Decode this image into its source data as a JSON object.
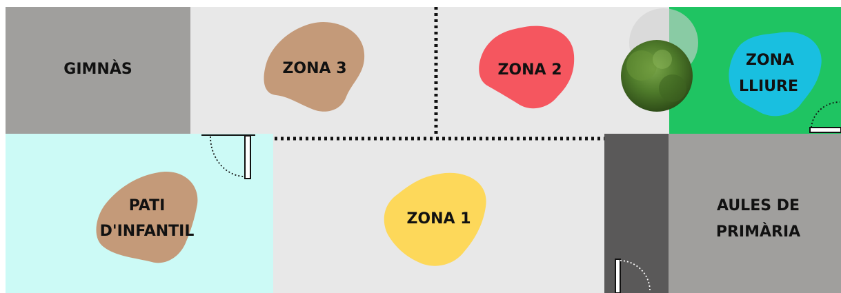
{
  "map": {
    "colors": {
      "background": "#ffffff",
      "gym_floor": "#a09f9d",
      "zone_floor": "#e8e8e8",
      "preschool_patio": "#ccfaf6",
      "free_zone_floor": "#1fc462",
      "corridor": "#5a5959",
      "primary_building": "#a09f9d",
      "zone_3_blob": "#c49a79",
      "zone_2_blob": "#f5565f",
      "zone_1_blob": "#fdd85a",
      "free_zone_blob": "#19bfe0",
      "preschool_blob": "#c49a79",
      "dotted_divider": "#111111",
      "tree": "#4e7a2a"
    },
    "labels": {
      "gym": "GIMNÀS",
      "zone_3": "ZONA 3",
      "zone_2": "ZONA 2",
      "zone_1": "ZONA 1",
      "free_zone_line1": "ZONA",
      "free_zone_line2": "LLIURE",
      "preschool_line1": "PATI",
      "preschool_line2": "D'INFANTIL",
      "primary_line1": "AULES DE",
      "primary_line2": "PRIMÀRIA"
    }
  }
}
